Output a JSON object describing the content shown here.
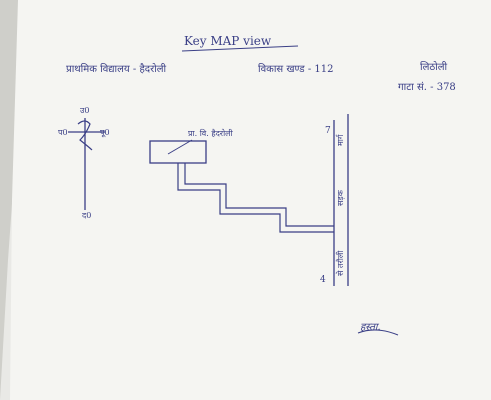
{
  "document": {
    "title": "Key MAP view",
    "line1_left": "प्राथमिक विद्यालय - हैदरोली",
    "line1_mid": "विकास खण्ड - 112",
    "line1_right": "लिठोली",
    "line2": "गाटा सं. - 378",
    "compass": {
      "north": "उ0",
      "south": "द0",
      "west": "प0",
      "east": "पू0"
    },
    "building_label": "प्रा. वि. हैदरोली",
    "road_label_top": "मार्ग",
    "road_label_mid": "सड़क",
    "road_label_bottom": "से तरौली",
    "road_num_top": "7",
    "road_num_bottom": "4",
    "signature": "हस्ता."
  },
  "colors": {
    "paper": "#f6f6f3",
    "ink": "#3a3f86",
    "shadow": "#c9c9c4"
  }
}
